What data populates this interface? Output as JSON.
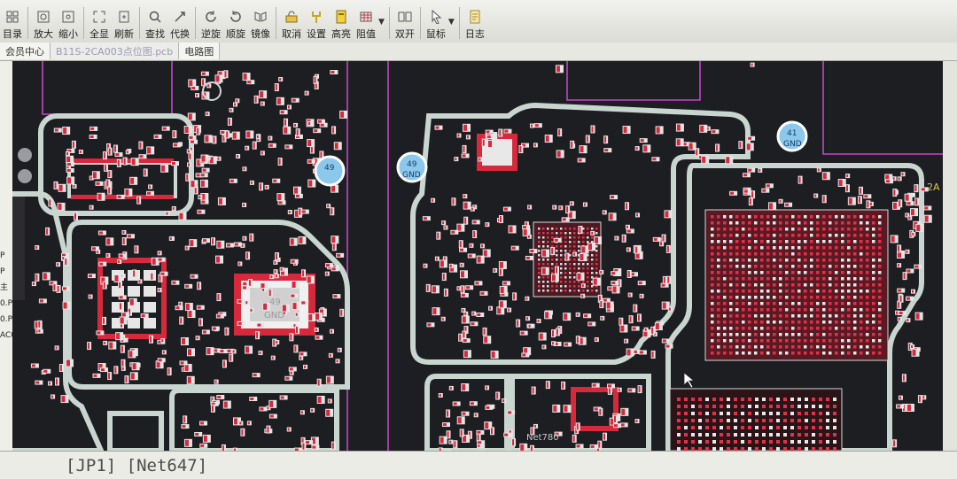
{
  "toolbar": {
    "buttons": [
      {
        "label": "目录",
        "icon": "grid-icon"
      },
      {
        "label": "放大",
        "icon": "zoom-in-icon"
      },
      {
        "label": "缩小",
        "icon": "zoom-out-icon"
      },
      {
        "label": "全显",
        "icon": "fit-icon"
      },
      {
        "label": "刷新",
        "icon": "refresh-icon"
      },
      {
        "label": "查找",
        "icon": "search-icon"
      },
      {
        "label": "代换",
        "icon": "replace-icon"
      },
      {
        "label": "逆旋",
        "icon": "rotate-ccw-icon"
      },
      {
        "label": "顺旋",
        "icon": "rotate-cw-icon"
      },
      {
        "label": "镜像",
        "icon": "mirror-icon"
      },
      {
        "label": "取消",
        "icon": "cancel-icon"
      },
      {
        "label": "设置",
        "icon": "settings-icon"
      },
      {
        "label": "高亮",
        "icon": "highlight-icon"
      },
      {
        "label": "阻值",
        "icon": "resistance-icon"
      },
      {
        "label": "双开",
        "icon": "dual-open-icon"
      },
      {
        "label": "鼠标",
        "icon": "mouse-pointer-icon"
      },
      {
        "label": "日志",
        "icon": "log-icon"
      }
    ]
  },
  "tabs": [
    {
      "label": "会员中心"
    },
    {
      "label": "B11S-2CA003点位图.pcb"
    },
    {
      "label": "电路图"
    }
  ],
  "sidebar": {
    "items": [
      "P",
      "P",
      "主",
      "0.P",
      "0.P",
      "AC0"
    ]
  },
  "board": {
    "labels": [
      {
        "text": "49"
      },
      {
        "text": "49"
      },
      {
        "text": "GND"
      },
      {
        "text": "41"
      },
      {
        "text": "GND"
      },
      {
        "text": "49"
      },
      {
        "text": "GND"
      },
      {
        "text": "Net780"
      },
      {
        "text": "2A"
      }
    ]
  },
  "status": {
    "text": "[JP1] [Net647]"
  }
}
